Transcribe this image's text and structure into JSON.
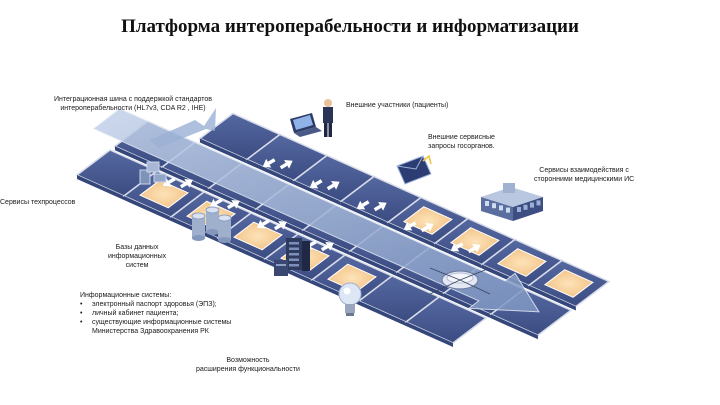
{
  "title": "Платформа интероперабельности и информатизации",
  "labels": {
    "bus": [
      "Интеграционная шина с поддержкой стандартов",
      "интероперабельности (HL7v3, CDA R2 , IHE)"
    ],
    "external_participants": "Внешние участники (пациенты)",
    "external_services": [
      "Внешние сервисные",
      "запросы госорганов."
    ],
    "medical_is": [
      "Сервисы взаимодействия с",
      "сторонними медицинскими ИС"
    ],
    "tech_services": "Сервисы техпроцессов",
    "databases": [
      "Базы данных",
      "информационных",
      "систем"
    ],
    "info_systems_heading": "Информационные системы:",
    "info_systems_items": [
      "электронный паспорт здоровья (ЭПЗ);",
      "личный кабинет пациента;",
      "существующие информационные системы"
    ],
    "info_systems_tail": "Министерства Здравоохранения РК",
    "extension": [
      "Возможность",
      "расширения функциональности"
    ]
  },
  "colors": {
    "tile_blue": "#46598f",
    "tile_blue_dark": "#35467a",
    "tile_outline": "#d7dcea",
    "tile_highlight": "#f3c98f",
    "bus_band": "#9ab0d4"
  },
  "icons": [
    "process-icon",
    "database-icon",
    "server-icon",
    "lightbulb-icon",
    "person-laptop-icon",
    "envelope-icon",
    "building-icon",
    "hub-icon",
    "arrow-icon"
  ]
}
